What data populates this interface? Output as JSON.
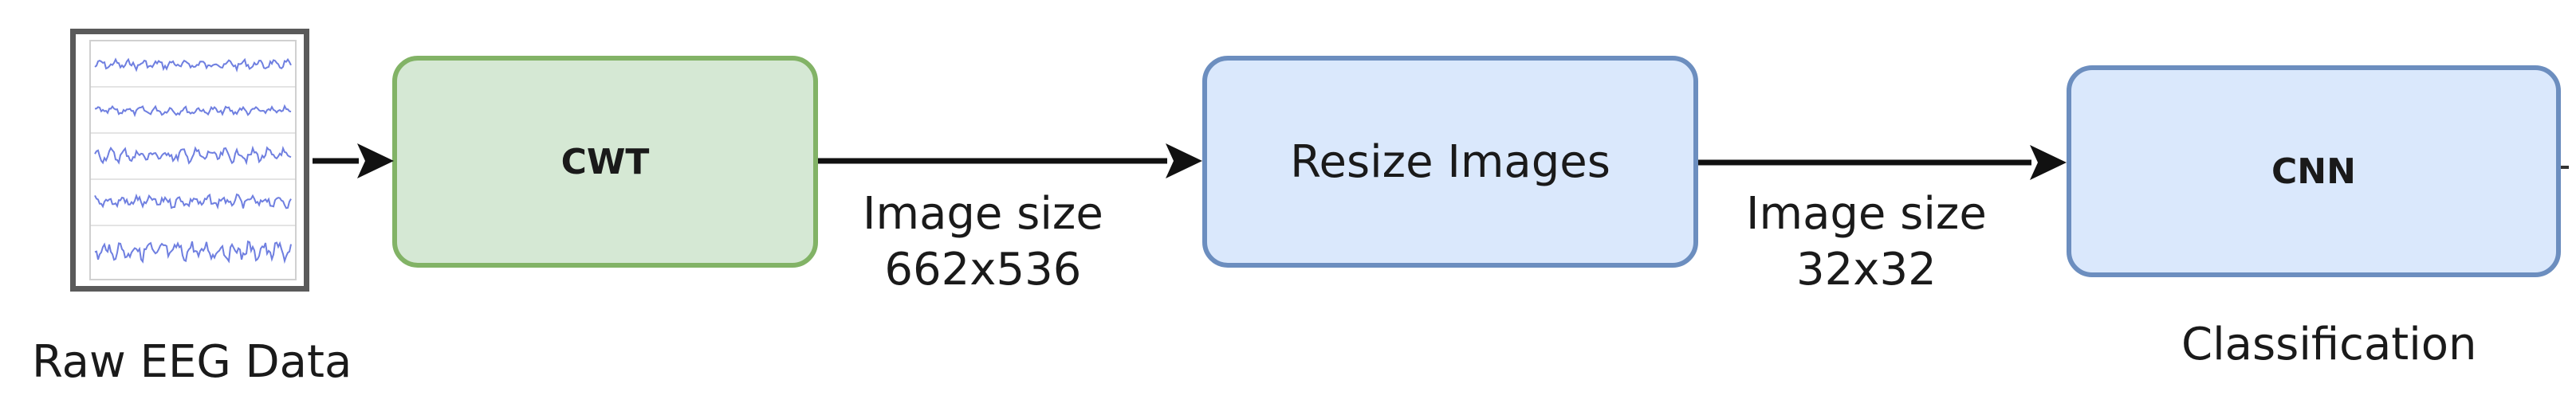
{
  "nodes": {
    "raw_label": "Raw EEG Data",
    "cwt": "CWT",
    "resize": "Resize Images",
    "cnn": "CNN",
    "cnn_caption": "Classification"
  },
  "edges": {
    "cwt_to_resize": [
      "Image size",
      "662x536"
    ],
    "resize_to_cnn": [
      "Image size",
      "32x32"
    ]
  },
  "colors": {
    "green_fill": "#d5e8d4",
    "green_stroke": "#82b366",
    "blue_fill": "#dae8fc",
    "blue_stroke": "#6c8ebf",
    "arrow": "#111111",
    "trace": "#6f7fe0"
  },
  "icons": {
    "raw_data": "eeg-signal-plot-icon"
  }
}
